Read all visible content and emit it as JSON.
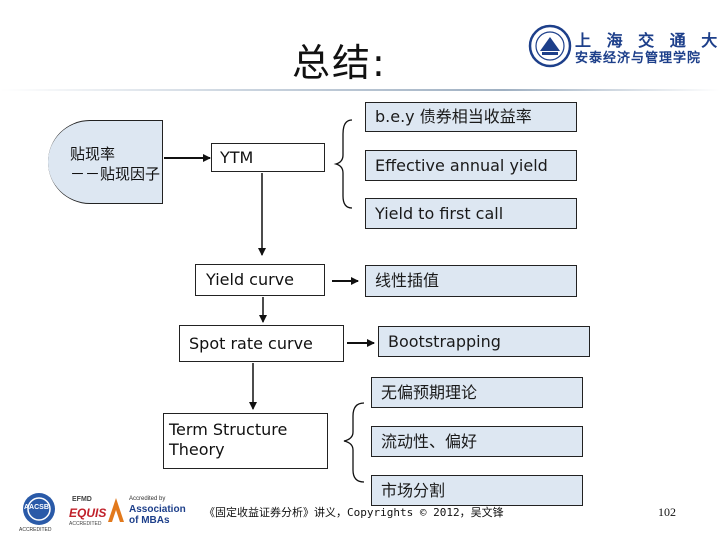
{
  "header": {
    "title": "总结:",
    "university_name": "上 海 交 通 大 学",
    "school_name": "安泰经济与管理学院"
  },
  "diagram": {
    "discount_rate": {
      "line1": "贴现率",
      "line2": "－－贴现因子"
    },
    "ytm": "YTM",
    "bey": "b.e.y 债券相当收益率",
    "effective_annual_yield": "Effective annual yield",
    "yield_to_first_call": "Yield to first call",
    "yield_curve": "Yield curve",
    "linear_interpolation": "线性插值",
    "spot_rate_curve": "Spot rate curve",
    "bootstrapping": "Bootstrapping",
    "term_structure": {
      "line1": "Term Structure",
      "line2": "Theory"
    },
    "unbiased_expectations": "无偏预期理论",
    "liquidity_preference": "流动性、偏好",
    "market_segmentation": "市场分割"
  },
  "footer": {
    "caption": "《固定收益证券分析》讲义，Copyrights © 2012，吴文锋",
    "page_number": "102",
    "accreditations": {
      "aacsb": "AACSB",
      "aacsb_sub": "ACCREDITED",
      "efmd": "EFMD",
      "equis": "EQUIS",
      "equis_sub": "ACCREDITED",
      "amba_line1": "Accredited by",
      "amba_line2": "Association",
      "amba_line3": "of MBAs"
    }
  },
  "colors": {
    "box_fill": "#dde7f2",
    "arrow": "#111111",
    "university_blue": "#1d3f8a"
  }
}
